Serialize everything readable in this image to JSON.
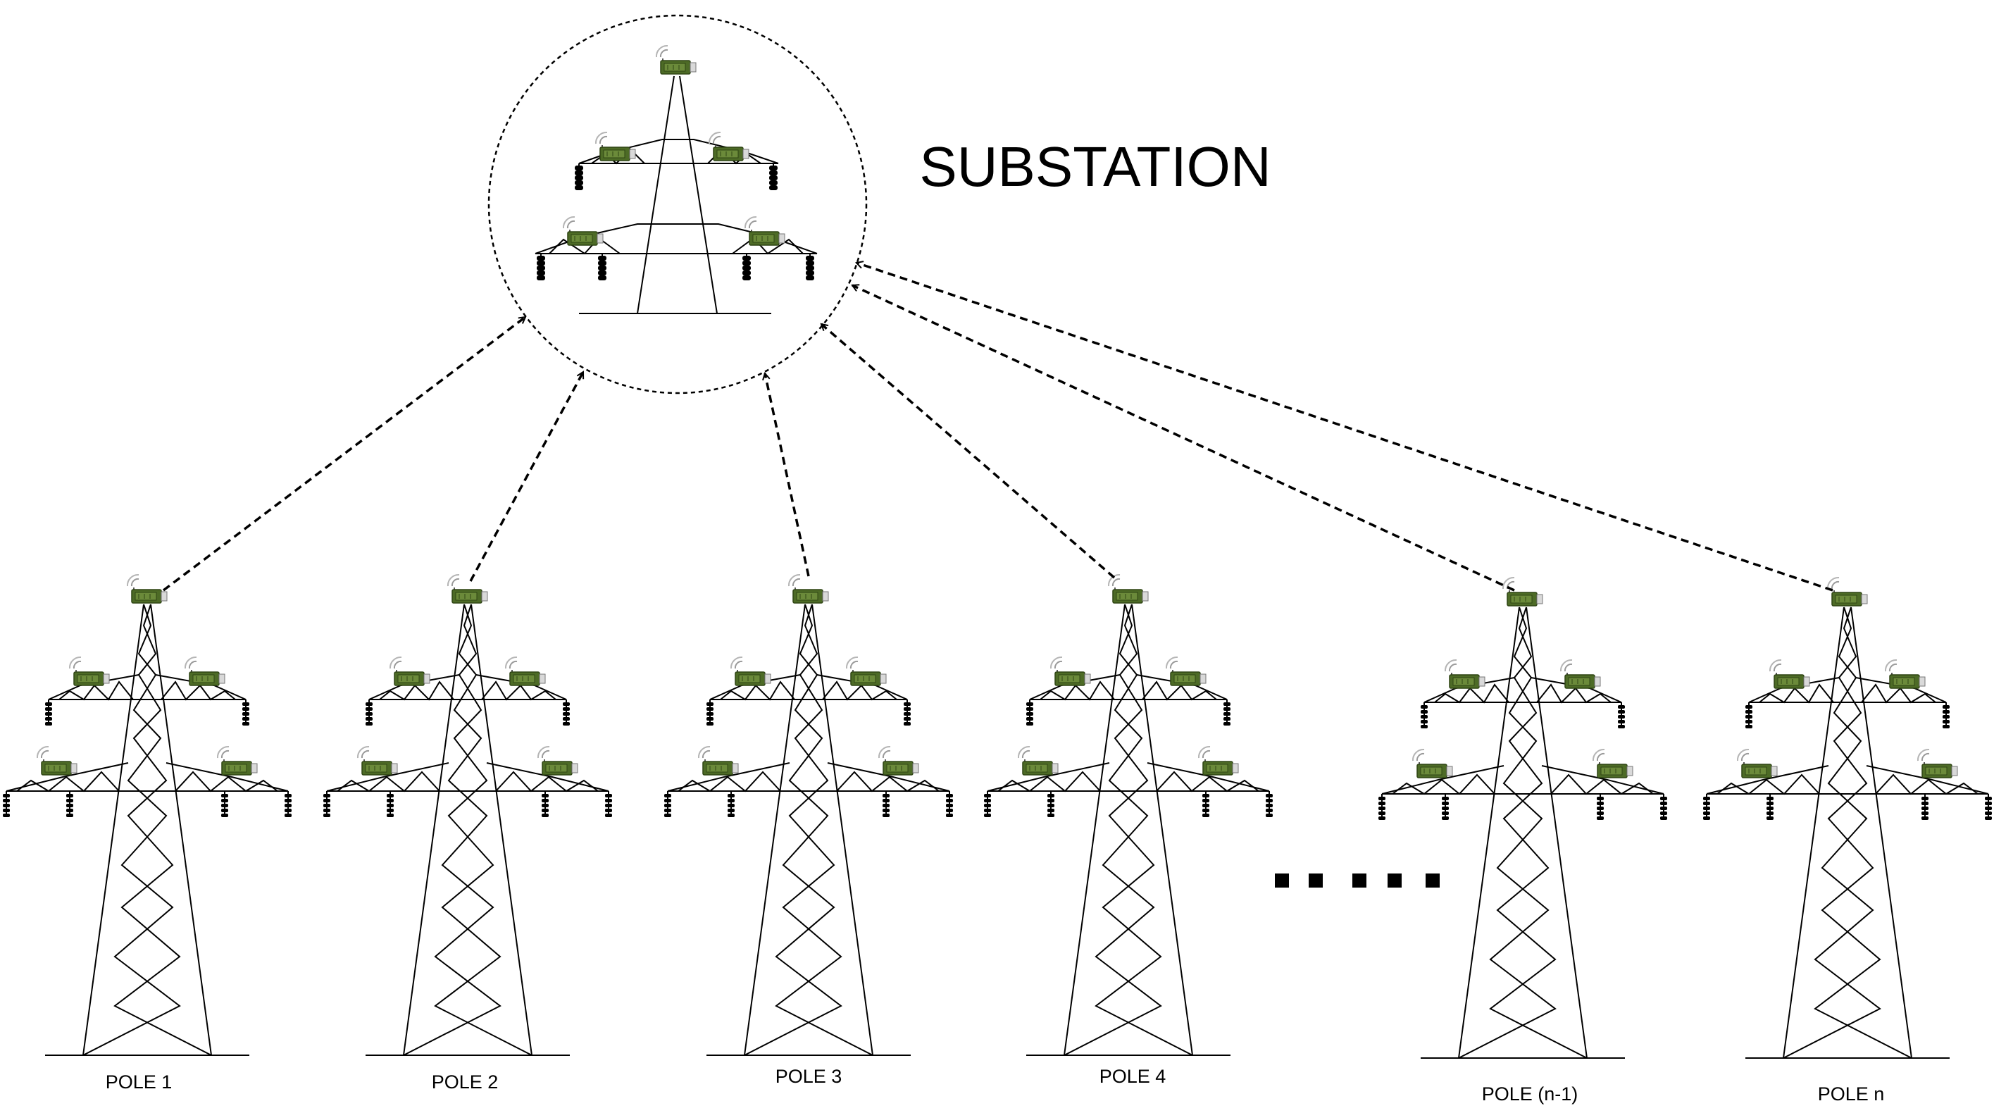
{
  "substation": {
    "label": "SUBSTATION"
  },
  "poles": [
    {
      "label": "POLE 1"
    },
    {
      "label": "POLE 2"
    },
    {
      "label": "POLE 3"
    },
    {
      "label": "POLE 4"
    },
    {
      "label": "POLE (n-1)"
    },
    {
      "label": "POLE n"
    }
  ],
  "colors": {
    "line": "#000000",
    "device_body": "#4d6b26",
    "device_dark": "#2f4514",
    "device_end": "#d9d9d9"
  },
  "icons": {
    "sensor": "wireless-sensor-icon",
    "tower": "transmission-tower-icon",
    "insulator": "insulator-icon"
  }
}
